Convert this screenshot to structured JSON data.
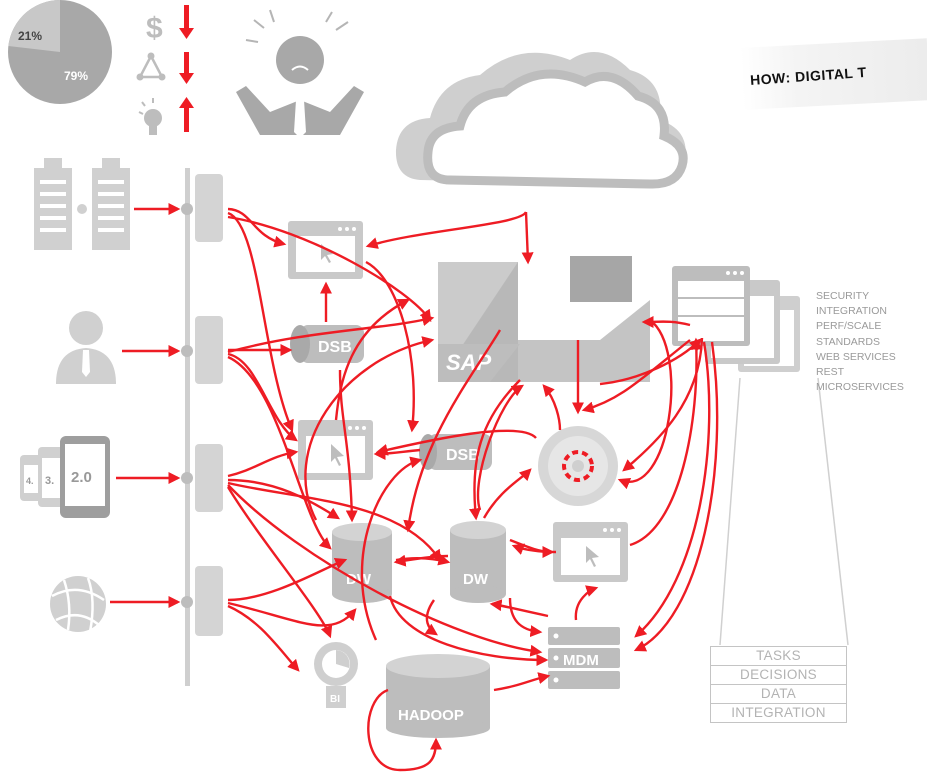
{
  "title": "HOW: DIGITAL T",
  "pie": {
    "small_label": "21%",
    "large_label": "79%",
    "small_value": 21,
    "large_value": 79
  },
  "icons_top": {
    "dollar": "$"
  },
  "nodes": {
    "sap_label": "SAP",
    "dsb_label": "DSB",
    "dw_label": "DW",
    "mdm_label": "MDM",
    "hadoop_label": "HADOOP",
    "bi_label": "BI",
    "mobile_versions": [
      "4.",
      "3.",
      "2.0"
    ]
  },
  "features": [
    "SECURITY",
    "INTEGRATION",
    "PERF/SCALE",
    "STANDARDS",
    "WEB SERVICES",
    "REST",
    "MICROSERVICES"
  ],
  "stack_layers": [
    "TASKS",
    "DECISIONS",
    "DATA",
    "INTEGRATION"
  ],
  "colors": {
    "accent": "#ee1c24",
    "icon_gray": "#bdbdbd",
    "dark_gray": "#9e9e9e"
  }
}
